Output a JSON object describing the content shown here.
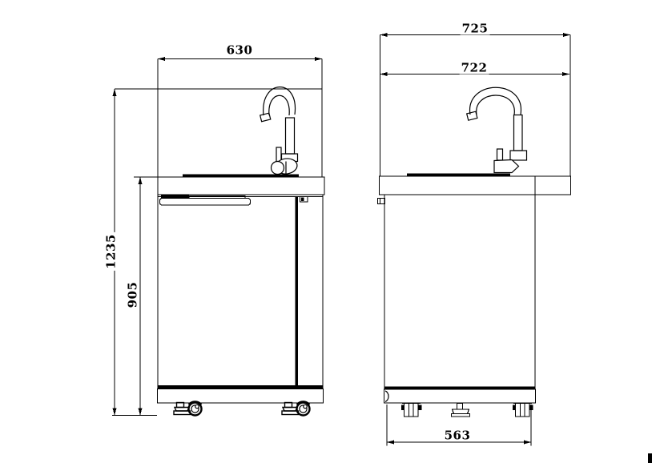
{
  "drawing": {
    "colors": {
      "line": "#000000",
      "background": "#ffffff",
      "corner_mark": "#000000"
    }
  },
  "dimensions": {
    "front_width": "630",
    "overall_height": "1235",
    "cabinet_height": "905",
    "side_top_depth": "725",
    "side_depth": "722",
    "base_depth": "563"
  }
}
